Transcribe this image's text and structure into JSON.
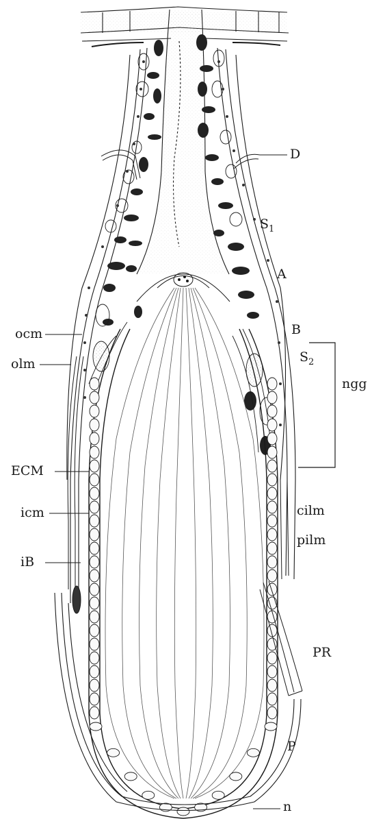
{
  "labels": {
    "D": "D",
    "S1_main": "S",
    "S1_sub": "1",
    "A": "A",
    "B": "B",
    "S2_main": "S",
    "S2_sub": "2",
    "ngg": "ngg",
    "ocm": "ocm",
    "olm": "olm",
    "ECM": "ECM",
    "icm": "icm",
    "iB": "iB",
    "cilm": "cilm",
    "pilm": "pilm",
    "PR": "PR",
    "P": "P",
    "n": "n"
  },
  "colors": {
    "ink": "#1a1a1a",
    "dark_nucleus": "#222222",
    "stipple": "#9a9a9a",
    "paper": "#ffffff"
  }
}
